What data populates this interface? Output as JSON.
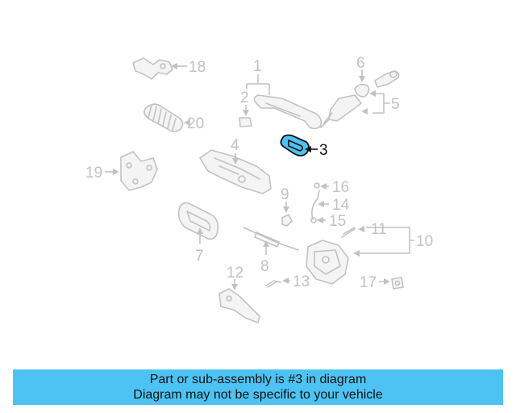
{
  "diagram": {
    "highlighted_part": "3",
    "highlight_color": "#4cc3f3",
    "line_color": "#c2c2c2",
    "callouts": {
      "c1": "1",
      "c2": "2",
      "c3": "3",
      "c4": "4",
      "c5": "5",
      "c6": "6",
      "c7": "7",
      "c8": "8",
      "c9": "9",
      "c10": "10",
      "c11": "11",
      "c12": "12",
      "c13": "13",
      "c14": "14",
      "c15": "15",
      "c16": "16",
      "c17": "17",
      "c18": "18",
      "c19": "19",
      "c20": "20"
    }
  },
  "banner": {
    "line1": "Part or sub-assembly is #3 in diagram",
    "line2": "Diagram may not be specific to your vehicle",
    "background": "#4cc3f3"
  }
}
